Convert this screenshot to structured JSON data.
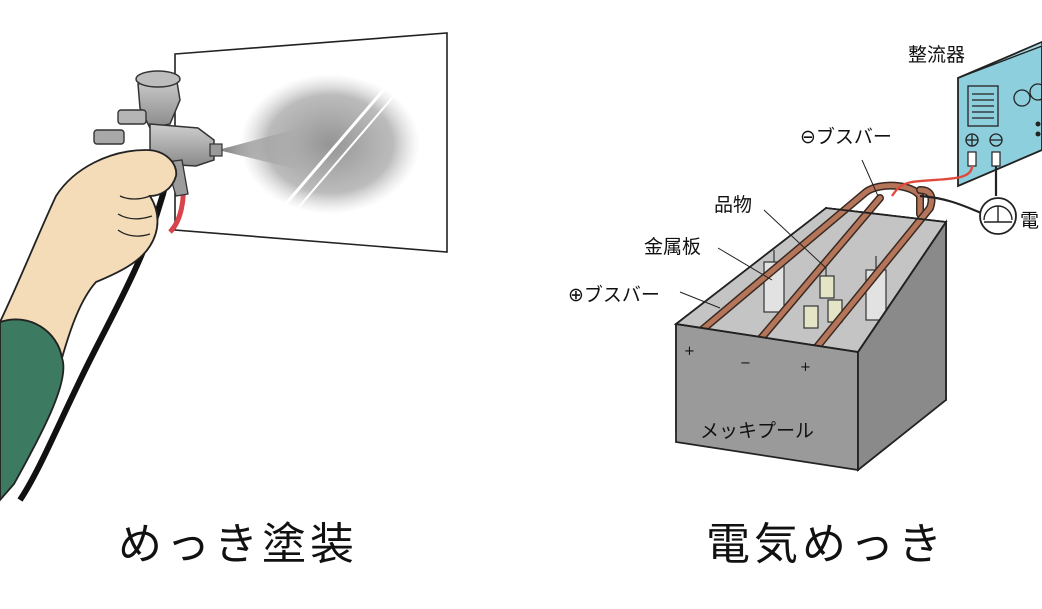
{
  "left_panel": {
    "caption": "めっき塗装"
  },
  "right_panel": {
    "caption": "電気めっき",
    "labels": {
      "rectifier": "整流器",
      "minus_busbar": "⊖ブスバー",
      "product": "品物",
      "metal_plate": "金属板",
      "plus_busbar": "⊕ブスバー",
      "ammeter": "電",
      "plating_pool": "メッキプール"
    },
    "terminal_signs": {
      "left_bar": "+",
      "middle_bar": "−",
      "right_bar": "+"
    }
  },
  "colors": {
    "rectifier_body": "#8ecfdd",
    "copper_bar": "#b5755a",
    "tank_gray": "#9a9a9a",
    "skin": "#f4dcb8",
    "sleeve": "#3d7a62",
    "hose_red": "#d9434a",
    "wire_red": "#e04a3c"
  }
}
